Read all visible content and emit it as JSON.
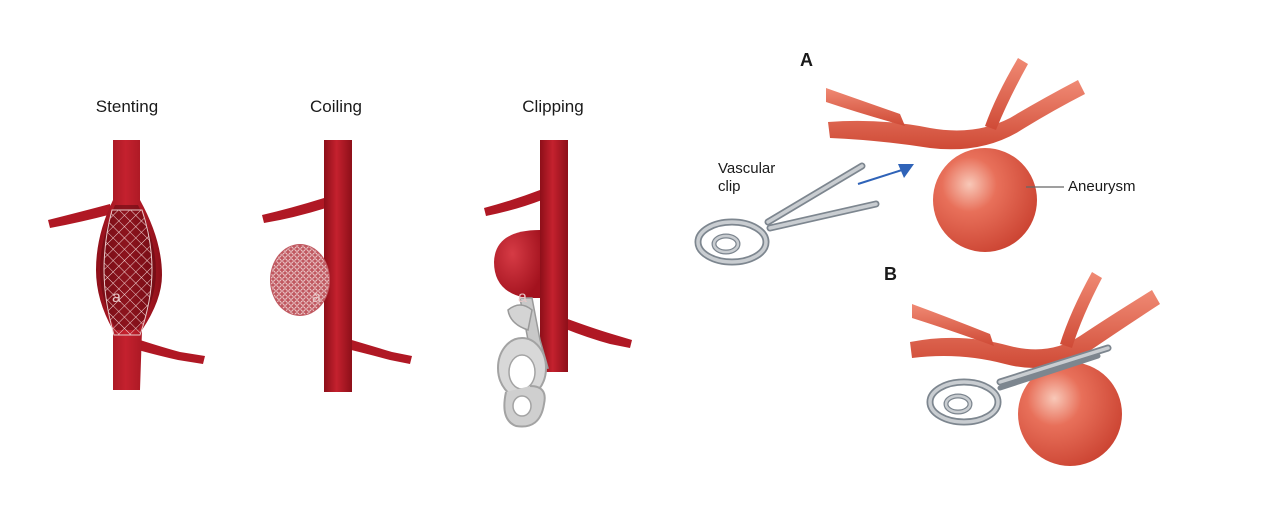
{
  "left_panel": {
    "titles": [
      "Stenting",
      "Coiling",
      "Clipping"
    ],
    "watermark_glyph": "a"
  },
  "right_panel": {
    "panel_a_letter": "A",
    "panel_b_letter": "B",
    "clip_label_line1": "Vascular",
    "clip_label_line2": "clip",
    "aneurysm_label": "Aneurysm"
  },
  "colors": {
    "vessel_dark": "#a3121e",
    "vessel_mid": "#c4212e",
    "vessel_light": "#d9534a",
    "artery_orange": "#e0644f",
    "clip_steel": "#9aa3ab",
    "clip_light": "#c9cdd1",
    "arrow_blue": "#2f63b8"
  }
}
